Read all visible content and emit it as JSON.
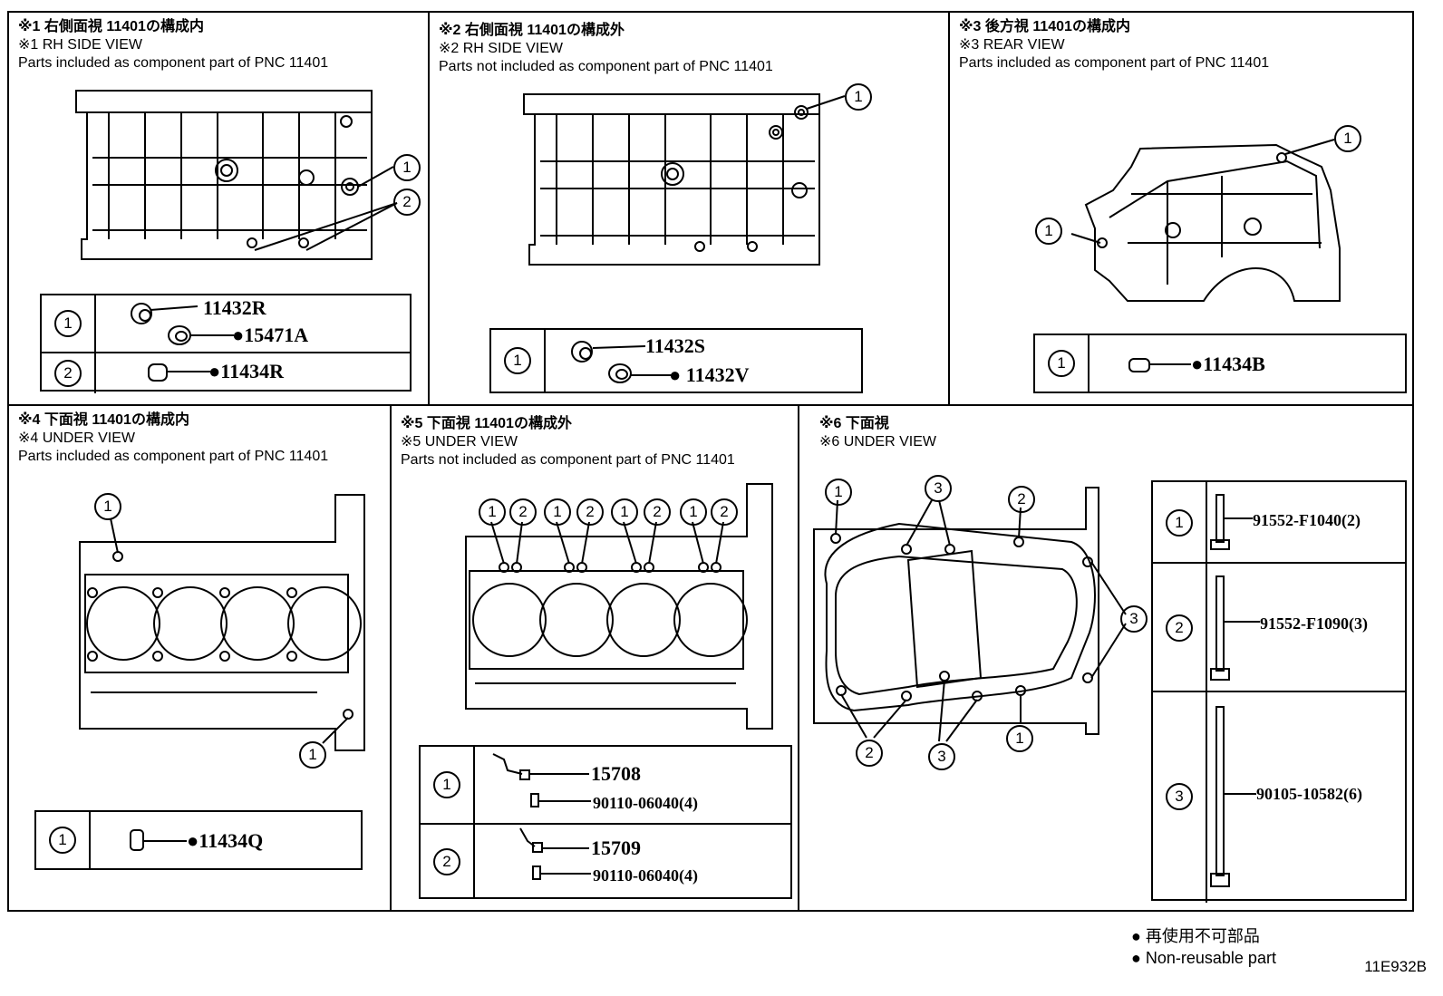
{
  "panels": {
    "p1": {
      "jp": "※1 右側面視 11401の構成内",
      "en": "※1 RH SIDE VIEW",
      "desc": "Parts included as component part of PNC 11401",
      "rows": [
        {
          "num": "1",
          "parts": [
            "11432R",
            "●15471A"
          ]
        },
        {
          "num": "2",
          "parts": [
            "●11434R"
          ]
        }
      ]
    },
    "p2": {
      "jp": "※2 右側面視 11401の構成外",
      "en": "※2 RH SIDE VIEW",
      "desc": "Parts not included as component part of PNC 11401",
      "rows": [
        {
          "num": "1",
          "parts": [
            "11432S",
            "● 11432V"
          ]
        }
      ]
    },
    "p3": {
      "jp": "※3 後方視 11401の構成内",
      "en": "※3 REAR VIEW",
      "desc": "Parts included as component part of PNC 11401",
      "rows": [
        {
          "num": "1",
          "parts": [
            "●11434B"
          ]
        }
      ]
    },
    "p4": {
      "jp": "※4 下面視 11401の構成内",
      "en": "※4 UNDER VIEW",
      "desc": "Parts included as component part of PNC 11401",
      "rows": [
        {
          "num": "1",
          "parts": [
            "●11434Q"
          ]
        }
      ]
    },
    "p5": {
      "jp": "※5 下面視 11401の構成外",
      "en": "※5 UNDER VIEW",
      "desc": "Parts not included as component part of PNC 11401",
      "rows": [
        {
          "num": "1",
          "parts": [
            "15708",
            "90110-06040(4)"
          ]
        },
        {
          "num": "2",
          "parts": [
            "15709",
            "90110-06040(4)"
          ]
        }
      ]
    },
    "p6": {
      "jp": "※6 下面視",
      "en": "※6 UNDER VIEW",
      "rows": [
        {
          "num": "1",
          "parts": [
            "91552-F1040(2)"
          ]
        },
        {
          "num": "2",
          "parts": [
            "91552-F1090(3)"
          ]
        },
        {
          "num": "3",
          "parts": [
            "90105-10582(6)"
          ]
        }
      ]
    }
  },
  "callouts": {
    "one": "1",
    "two": "2",
    "three": "3"
  },
  "legend": {
    "jp": "● 再使用不可部品",
    "en": "● Non-reusable part"
  },
  "figure_code": "11E932B"
}
